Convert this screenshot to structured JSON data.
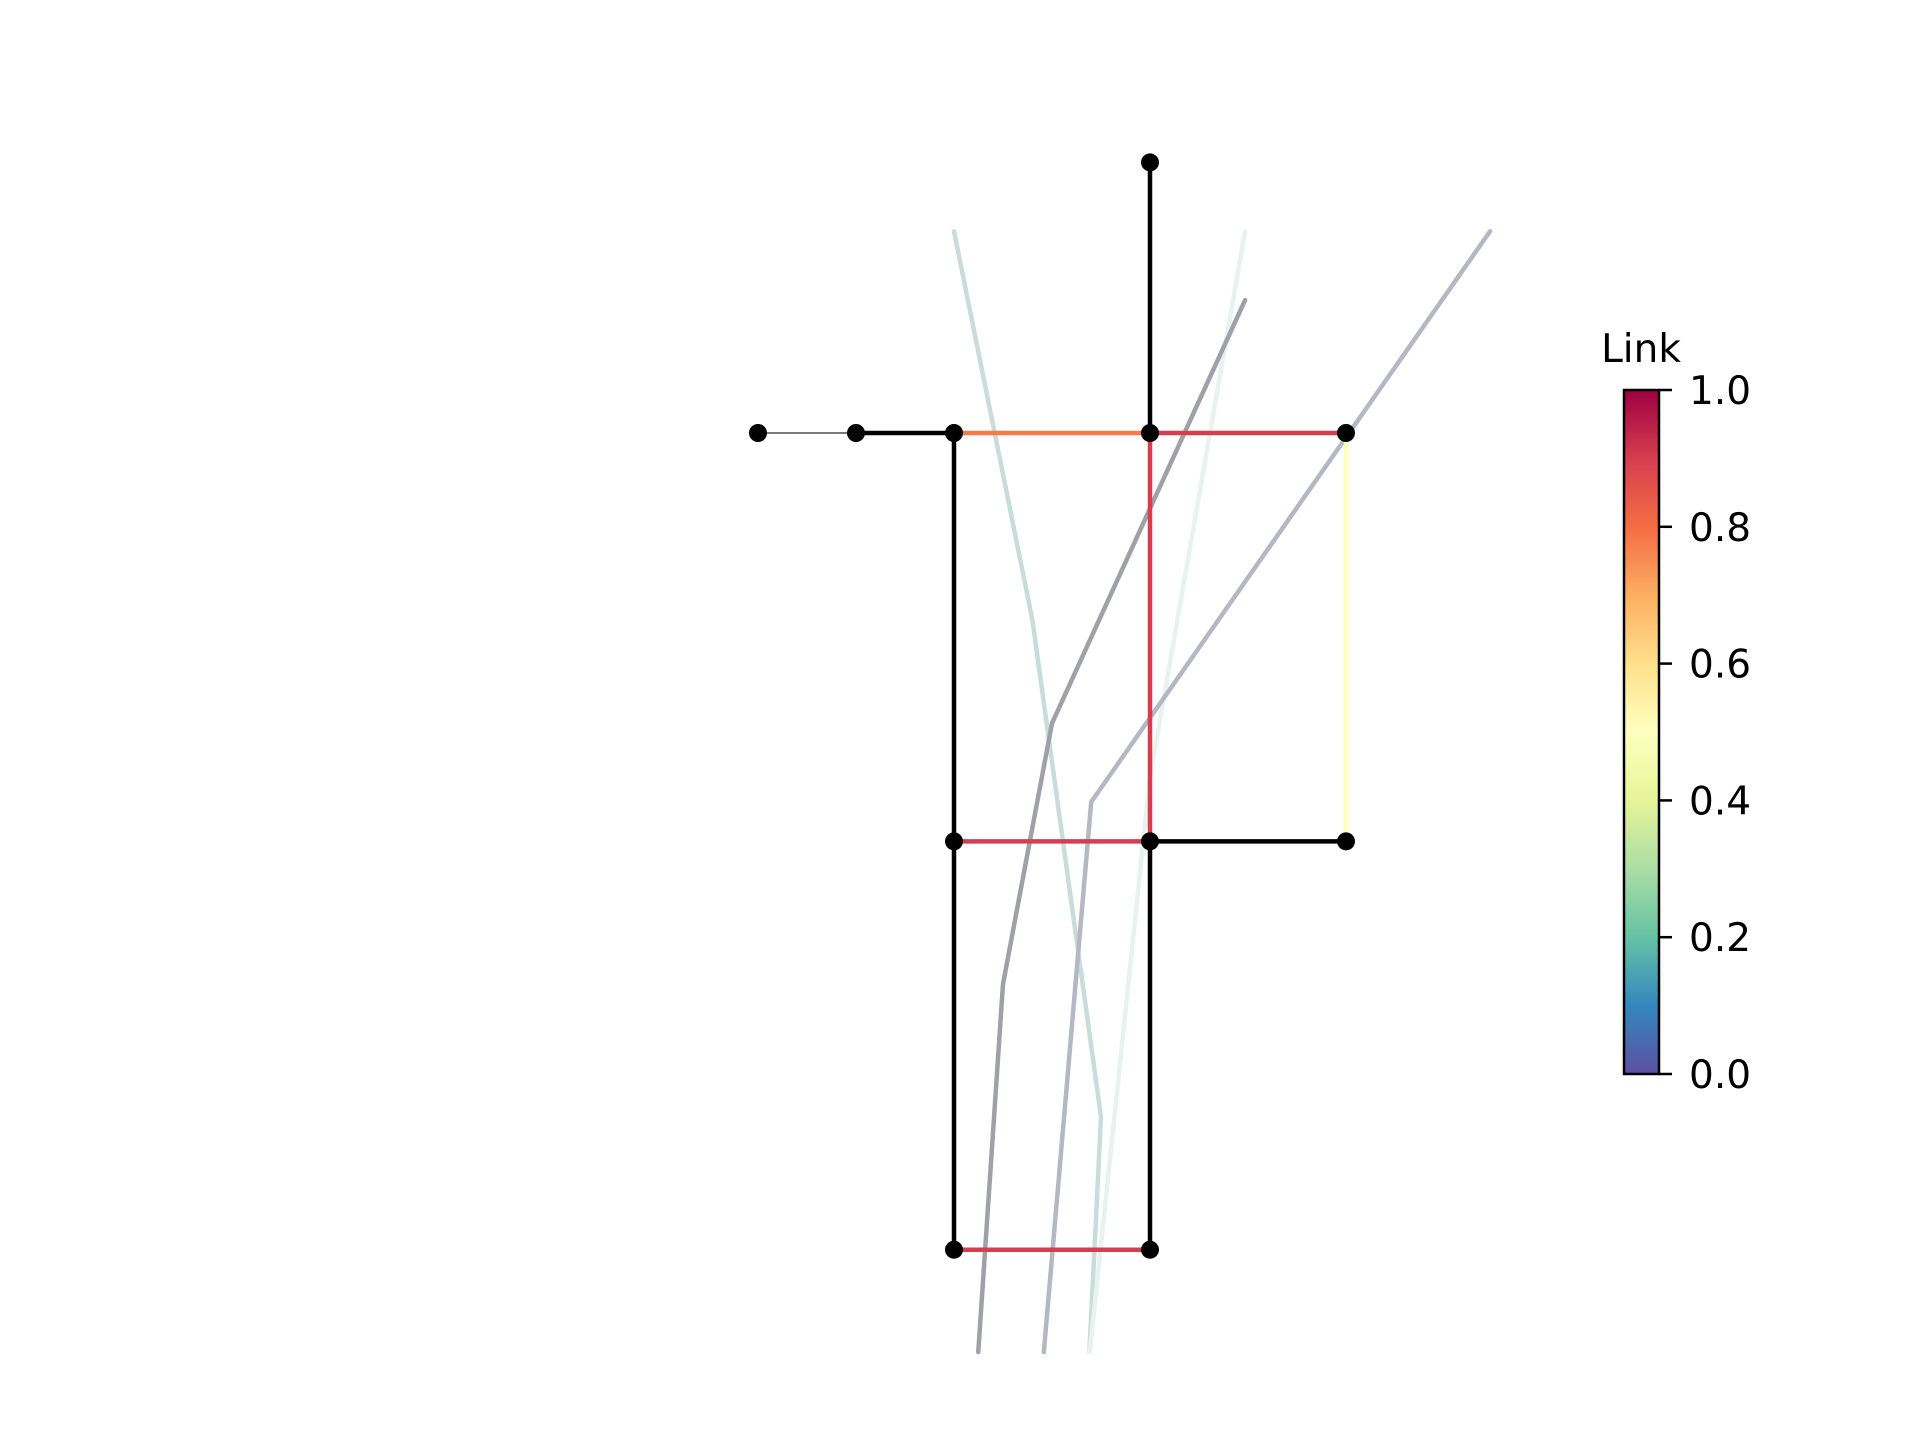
{
  "colorbar": {
    "title": "Link",
    "ticks": [
      "0.0",
      "0.2",
      "0.4",
      "0.6",
      "0.8",
      "1.0"
    ],
    "range": [
      0,
      1
    ],
    "colormap": "Spectral_r",
    "stops": [
      "#5e4fa2",
      "#3288bd",
      "#66c2a5",
      "#abdda4",
      "#e6f598",
      "#ffffbf",
      "#fee08b",
      "#fdae61",
      "#f46d43",
      "#d53e4f",
      "#9e0142"
    ]
  },
  "nodes": [
    {
      "id": "n1",
      "x": 0,
      "y": 1.0
    },
    {
      "id": "n2",
      "x": 1.0,
      "y": 1.0
    },
    {
      "id": "n3",
      "x": 2.0,
      "y": 1.0
    },
    {
      "id": "n4",
      "x": 4.0,
      "y": 1.0
    },
    {
      "id": "n5",
      "x": 6.0,
      "y": 1.0
    },
    {
      "id": "n6",
      "x": 4.0,
      "y": 3.75
    },
    {
      "id": "n7",
      "x": 2.0,
      "y": -3.15
    },
    {
      "id": "n8",
      "x": 4.0,
      "y": -3.15
    },
    {
      "id": "n9",
      "x": 6.0,
      "y": -3.15
    },
    {
      "id": "n10",
      "x": 2.0,
      "y": -7.3
    },
    {
      "id": "n11",
      "x": 4.0,
      "y": -7.3
    }
  ],
  "links": [
    {
      "from": "n1",
      "to": "n2",
      "value": null,
      "style": "thin-gray"
    },
    {
      "from": "n2",
      "to": "n3",
      "value": null,
      "style": "black"
    },
    {
      "from": "n3",
      "to": "n4",
      "value": 0.78,
      "style": "colored"
    },
    {
      "from": "n4",
      "to": "n5",
      "value": 0.9,
      "style": "colored"
    },
    {
      "from": "n4",
      "to": "n6",
      "value": null,
      "style": "black"
    },
    {
      "from": "n3",
      "to": "n7",
      "value": null,
      "style": "black"
    },
    {
      "from": "n4",
      "to": "n8",
      "value": 0.9,
      "style": "colored"
    },
    {
      "from": "n5",
      "to": "n9",
      "value": 0.5,
      "style": "colored"
    },
    {
      "from": "n7",
      "to": "n8",
      "value": 0.9,
      "style": "colored"
    },
    {
      "from": "n8",
      "to": "n9",
      "value": null,
      "style": "black"
    },
    {
      "from": "n7",
      "to": "n10",
      "value": null,
      "style": "black"
    },
    {
      "from": "n8",
      "to": "n11",
      "value": null,
      "style": "black"
    },
    {
      "from": "n10",
      "to": "n11",
      "value": 0.9,
      "style": "colored"
    }
  ],
  "overlay_lines": [
    {
      "color": "#c8dcd9",
      "points": [
        [
          2.0,
          3.05
        ],
        [
          2.8,
          -0.9
        ],
        [
          3.5,
          -5.95
        ],
        [
          3.2,
          -12.0
        ]
      ]
    },
    {
      "color": "#e8f2ef",
      "points": [
        [
          4.97,
          3.05
        ],
        [
          4.0,
          -2.5
        ],
        [
          3.0,
          -12.0
        ]
      ]
    },
    {
      "color": "#a0a0a8",
      "points": [
        [
          4.97,
          2.35
        ],
        [
          3.0,
          -1.95
        ],
        [
          2.5,
          -4.6
        ],
        [
          2.0,
          -12.0
        ]
      ]
    },
    {
      "color": "#b4b8c4",
      "points": [
        [
          7.47,
          3.05
        ],
        [
          3.4,
          -2.75
        ],
        [
          2.6,
          -12.0
        ]
      ]
    }
  ]
}
